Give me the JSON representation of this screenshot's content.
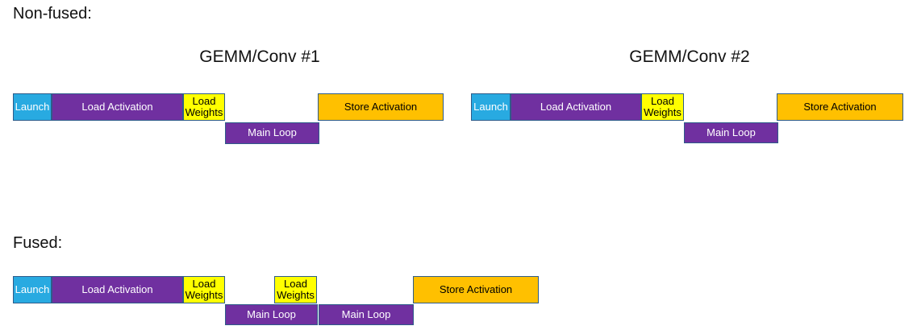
{
  "colors": {
    "launch_fill": "#28aae1",
    "purple_fill": "#7030a0",
    "yellow_fill": "#ffff00",
    "orange_fill": "#ffc000",
    "border": "#2e5c8a",
    "text_on_dark": "#ffffff",
    "text_on_light": "#000000",
    "title_text": "#111111"
  },
  "sections": {
    "nonfused": {
      "label": "Non-fused:",
      "groups": [
        {
          "title": "GEMM/Conv #1",
          "segments": [
            {
              "label": "Launch"
            },
            {
              "label": "Load Activation"
            },
            {
              "label": "Load Weights"
            },
            {
              "label": "Main Loop"
            },
            {
              "label": "Store Activation"
            }
          ]
        },
        {
          "title": "GEMM/Conv #2",
          "segments": [
            {
              "label": "Launch"
            },
            {
              "label": "Load Activation"
            },
            {
              "label": "Load Weights"
            },
            {
              "label": "Main Loop"
            },
            {
              "label": "Store Activation"
            }
          ]
        }
      ]
    },
    "fused": {
      "label": "Fused:",
      "segments": [
        {
          "label": "Launch"
        },
        {
          "label": "Load Activation"
        },
        {
          "label": "Load Weights"
        },
        {
          "label": "Main Loop"
        },
        {
          "label": "Load Weights"
        },
        {
          "label": "Main Loop"
        },
        {
          "label": "Store Activation"
        }
      ]
    }
  }
}
